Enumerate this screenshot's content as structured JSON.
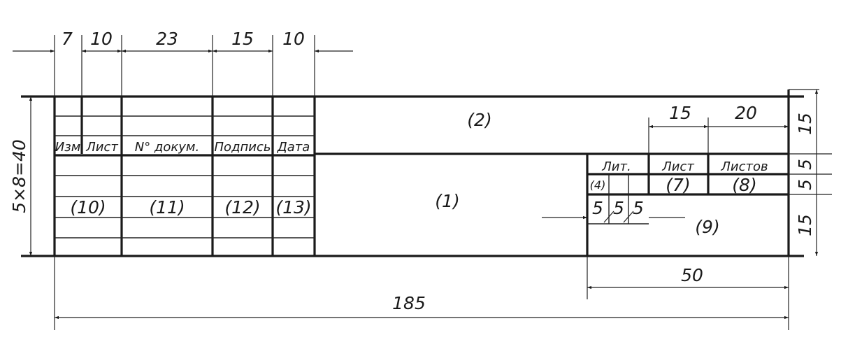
{
  "top_dimensions": [
    "7",
    "10",
    "23",
    "15",
    "10"
  ],
  "headers": {
    "izm": "Изм",
    "list": "Лист",
    "doc_no": "N° докум.",
    "signature": "Подпись",
    "date": "Дата"
  },
  "field_refs": {
    "f1": "(1)",
    "f2": "(2)",
    "f4": "(4)",
    "f7": "(7)",
    "f8": "(8)",
    "f9": "(9)",
    "f10": "(10)",
    "f11": "(11)",
    "f12": "(12)",
    "f13": "(13)"
  },
  "right_block": {
    "lit": "Лит.",
    "list": "Лист",
    "listov": "Листов",
    "dim_15": "15",
    "dim_20": "20",
    "lit_cells": [
      "5",
      "5",
      "5"
    ]
  },
  "side_dimensions": {
    "left_total": "5×8=40",
    "right": [
      "15",
      "5",
      "5",
      "15"
    ]
  },
  "bottom_dimensions": {
    "block": "50",
    "total": "185"
  }
}
